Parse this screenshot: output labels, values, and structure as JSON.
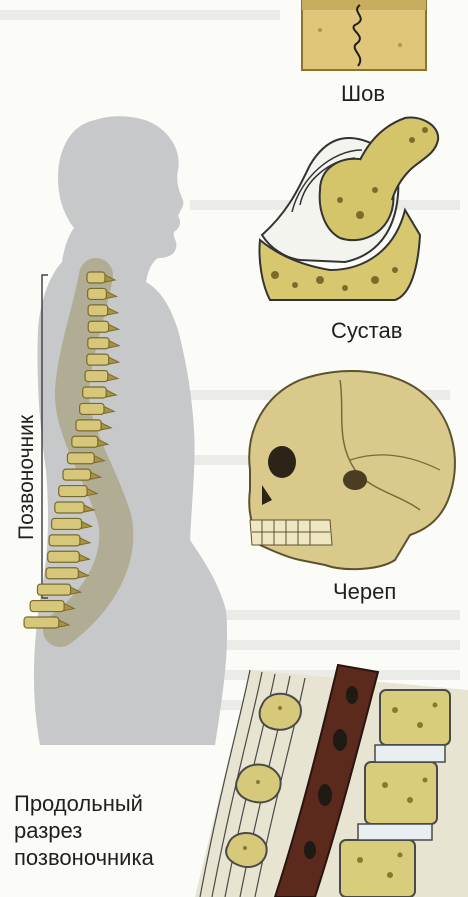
{
  "labels": {
    "suture": "Шов",
    "joint": "Сустав",
    "skull": "Череп",
    "spine": "Позвоночник",
    "section_line1": "Продольный",
    "section_line2": "разрез",
    "section_line3": "позвоночника"
  },
  "colors": {
    "body_silhouette": "#c7c9cb",
    "bone": "#d6c77a",
    "bone_dark": "#7b6a2a",
    "marrow": "#a8943f",
    "canal": "#5a2418",
    "disc": "#e6ecef"
  }
}
